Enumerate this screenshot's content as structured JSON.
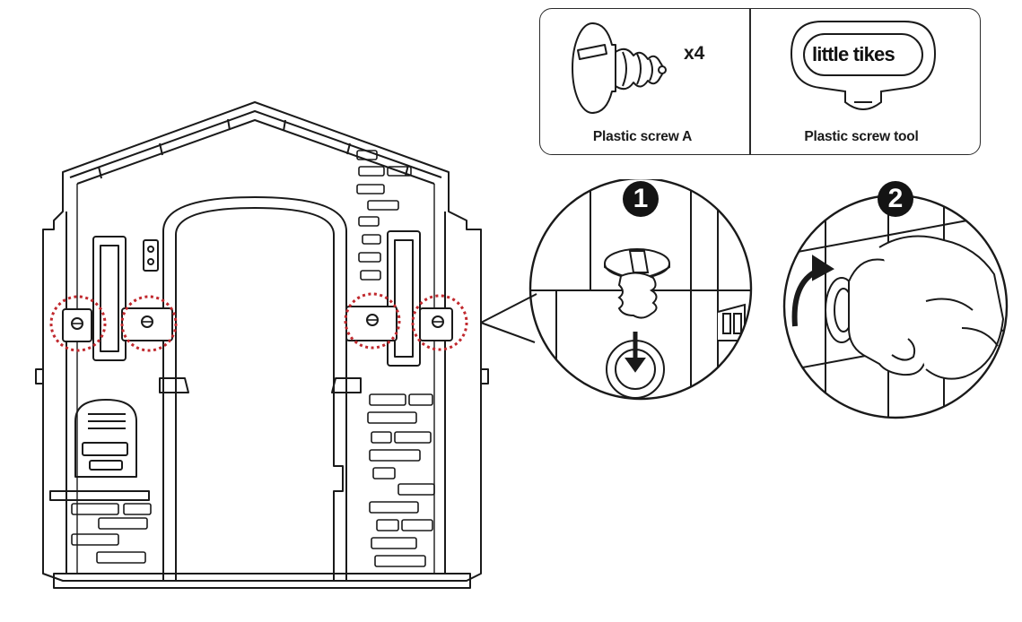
{
  "parts": [
    {
      "label": "Plastic screw A",
      "quantity": "x4",
      "icon": "plastic-screw-icon"
    },
    {
      "label": "Plastic screw tool",
      "brand": "little tikes",
      "icon": "screw-tool-icon"
    }
  ],
  "steps": [
    {
      "number": "1",
      "description_icon": "insert-screw-detail"
    },
    {
      "number": "2",
      "description_icon": "turn-screw-with-tool-detail"
    }
  ],
  "colors": {
    "line": "#1a1a1a",
    "highlight": "#c0282d",
    "background": "#ffffff"
  }
}
